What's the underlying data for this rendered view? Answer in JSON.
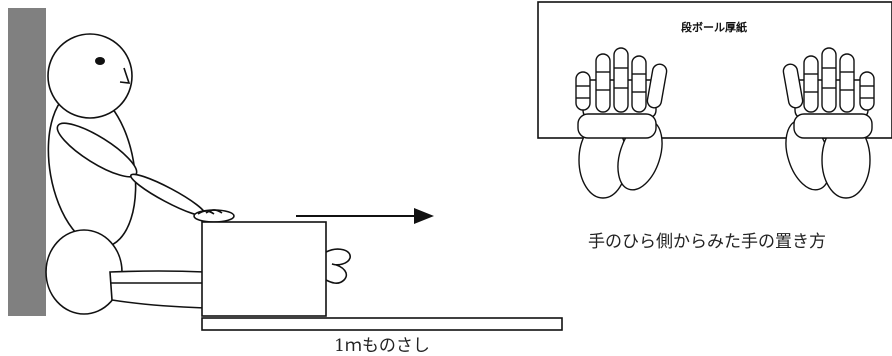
{
  "labels": {
    "cardboard": "段ボール厚紙",
    "hand_caption": "手のひら側からみた手の置き方",
    "ruler_caption": "1ｍものさし"
  },
  "colors": {
    "wall": "#808080",
    "line": "#111111",
    "background": "#ffffff"
  },
  "icons": {
    "direction": "right-arrow-icon",
    "hands": "hand-icon"
  }
}
